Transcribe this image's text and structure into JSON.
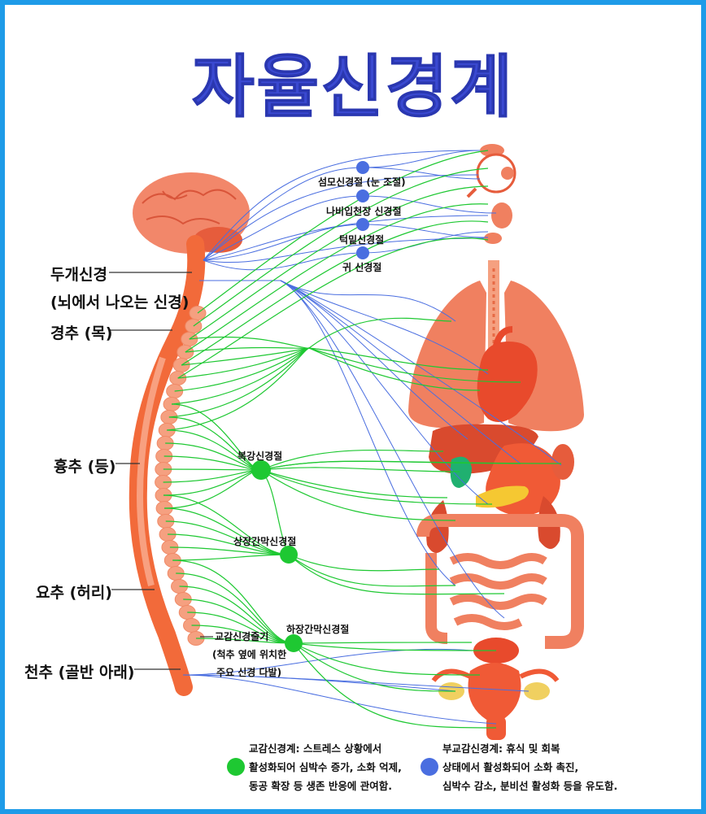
{
  "title": "자율신경계",
  "spine_labels": {
    "cranial_line1": "두개신경",
    "cranial_line2": "(뇌에서 나오는 신경)",
    "cervical": "경추 (목)",
    "thoracic": "흉추 (등)",
    "lumbar": "요추 (허리)",
    "sacral": "천추 (골반 아래)"
  },
  "parasympathetic_ganglia": [
    "섬모신경절 (눈 조절)",
    "나비입천장 신경절",
    "턱밑신경절",
    "귀 신경절"
  ],
  "sympathetic_ganglia": {
    "celiac": "복강신경절",
    "superior_mesenteric": "상장간막신경절",
    "inferior_mesenteric": "하장간막신경절"
  },
  "sympathetic_chain_note": [
    "교감신경줄기",
    "(척추 옆에 위치한",
    "주요 신경 다발)"
  ],
  "legend": {
    "sympathetic": {
      "color": "#1ec832",
      "lines": [
        "교감신경계: 스트레스 상황에서",
        "활성화되어 심박수 증가, 소화 억제,",
        "동공 확장 등 생존 반응에 관여함."
      ]
    },
    "parasympathetic": {
      "color": "#4a6ee0",
      "lines": [
        "부교감신경계: 휴식 및 회복",
        "상태에서 활성화되어 소화 촉진,",
        "심박수 감소, 분비선 활성화 등을 유도함."
      ]
    }
  },
  "colors": {
    "frame": "#1e9be8",
    "title": "#3a49d1",
    "sympathetic_nerve": "#1ec832",
    "parasympathetic_nerve": "#4a6ee0",
    "organ": "#f08060",
    "spinal_cord": "#f26a3a"
  }
}
